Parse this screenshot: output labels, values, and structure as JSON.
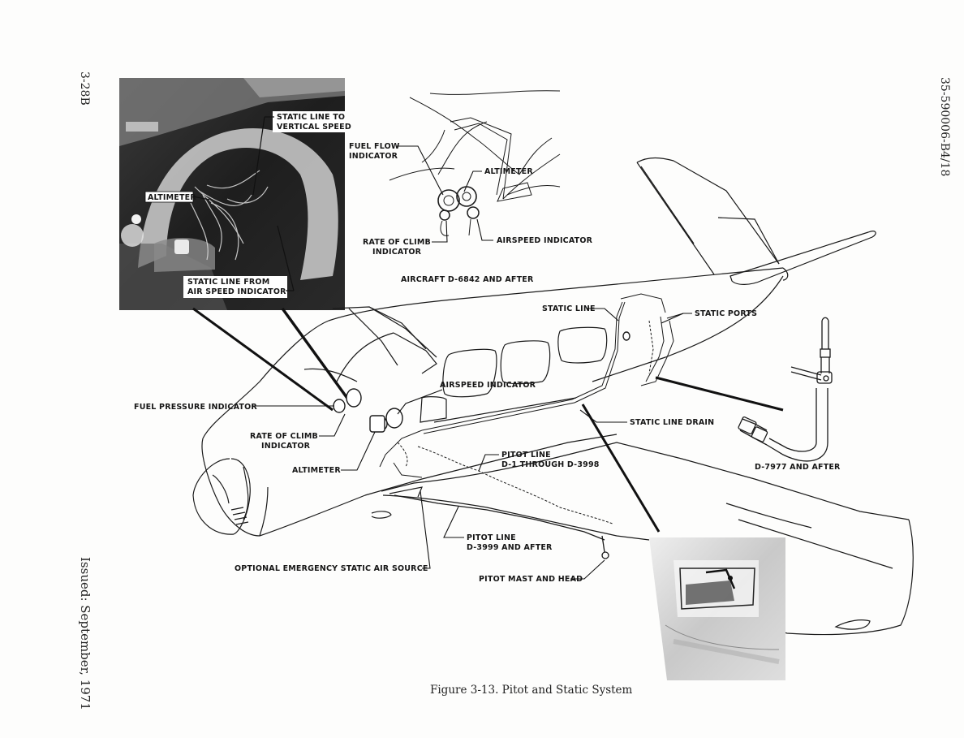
{
  "page": {
    "page_number": "3-28B",
    "document_number": "35-590006-B4/18",
    "issued": "Issued: September, 1971",
    "figure_caption": "Figure 3-13. Pitot and Static System"
  },
  "inset_photo_top": {
    "labels": {
      "static_line_to_vs_1": "STATIC LINE TO",
      "static_line_to_vs_2": "VERTICAL SPEED",
      "altimeter": "ALTIMETER",
      "static_line_from_asi_1": "STATIC LINE FROM",
      "static_line_from_asi_2": "AIR SPEED INDICATOR"
    }
  },
  "inset_cockpit": {
    "labels": {
      "fuel_flow_1": "FUEL FLOW",
      "fuel_flow_2": "INDICATOR",
      "altimeter": "ALTIMETER",
      "rate_of_climb_1": "RATE OF CLIMB",
      "rate_of_climb_2": "INDICATOR",
      "airspeed": "AIRSPEED INDICATOR",
      "applicability": "AIRCRAFT D-6842 AND AFTER"
    }
  },
  "main_diagram": {
    "labels": {
      "static_line": "STATIC LINE",
      "static_ports": "STATIC PORTS",
      "airspeed": "AIRSPEED INDICATOR",
      "fuel_pressure": "FUEL PRESSURE INDICATOR",
      "rate_of_climb_1": "RATE OF CLIMB",
      "rate_of_climb_2": "INDICATOR",
      "altimeter": "ALTIMETER",
      "static_line_drain": "STATIC LINE DRAIN",
      "pitot_line_early_1": "PITOT LINE",
      "pitot_line_early_2": "D-1 THROUGH D-3998",
      "pitot_line_late_1": "PITOT LINE",
      "pitot_line_late_2": "D-3999 AND AFTER",
      "pitot_mast": "PITOT MAST AND HEAD",
      "emergency_static": "OPTIONAL EMERGENCY STATIC AIR SOURCE"
    }
  },
  "inset_pitot": {
    "labels": {
      "applicability": "D-7977 AND AFTER"
    }
  }
}
